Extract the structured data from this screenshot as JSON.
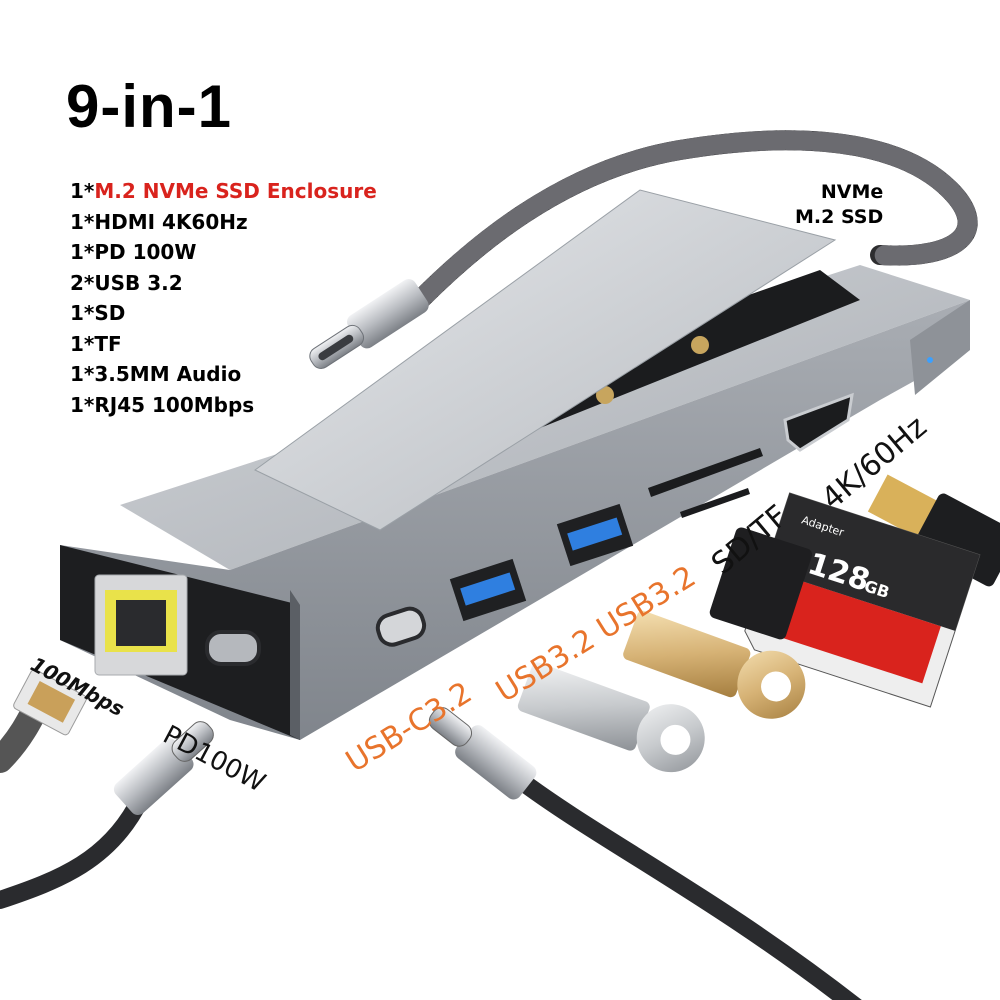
{
  "headline": "9-in-1",
  "specs": [
    {
      "qty": "1*",
      "name": "M.2 NVMe SSD Enclosure",
      "highlight": true
    },
    {
      "qty": "1*",
      "name": "HDMI 4K60Hz",
      "highlight": false
    },
    {
      "qty": "1*",
      "name": "PD 100W",
      "highlight": false
    },
    {
      "qty": "2*",
      "name": "USB 3.2",
      "highlight": false
    },
    {
      "qty": "1*",
      "name": "SD",
      "highlight": false
    },
    {
      "qty": "1*",
      "name": "TF",
      "highlight": false
    },
    {
      "qty": "1*",
      "name": "3.5MM Audio",
      "highlight": false
    },
    {
      "qty": "1*",
      "name": "RJ45 100Mbps",
      "highlight": false
    }
  ],
  "callout": {
    "line1": "NVMe",
    "line2": "M.2 SSD"
  },
  "port_labels": {
    "hdmi": "4K/60Hz",
    "card": "SD/TF",
    "usb_a": "USB3.2 USB3.2",
    "usb_c": "USB-C3.2",
    "pd": "PD100W",
    "ethernet": "100Mbps"
  },
  "sd_card": {
    "capacity": "128",
    "unit": "GB",
    "brand": "Adapter"
  },
  "colors": {
    "highlight": "#d9231d",
    "usb_label": "#e8742c",
    "usb_port": "#2f7fe0",
    "ethernet_port": "#e9e24a",
    "body": "#a7abb1"
  }
}
